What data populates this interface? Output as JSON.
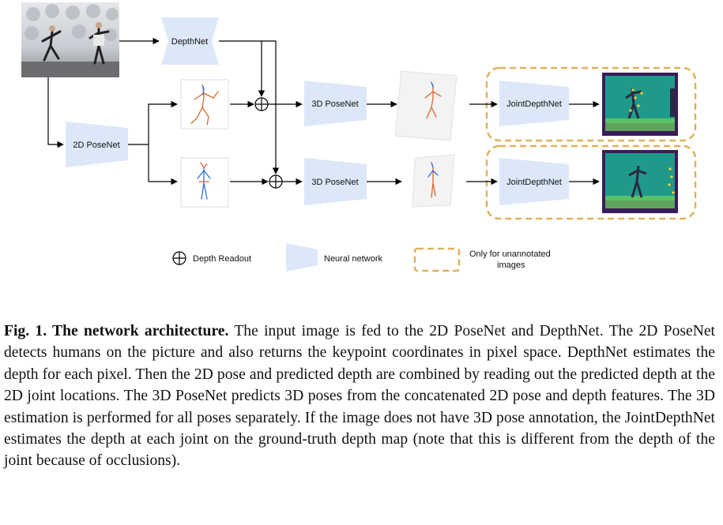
{
  "figure": {
    "blocks": {
      "depthnet": "DepthNet",
      "posenet2d": "2D PoseNet",
      "posenet3d_top": "3D PoseNet",
      "posenet3d_bottom": "3D PoseNet",
      "jointdepth_top": "JointDepthNet",
      "jointdepth_bottom": "JointDepthNet"
    },
    "legend": {
      "depth_readout": "Depth Readout",
      "neural_network": "Neural network",
      "unannotated_line1": "Only for unannotated",
      "unannotated_line2": "images"
    },
    "colors": {
      "network_fill": "#dce8f8",
      "dashed_box": "#e0b15a",
      "skeleton_blue": "#2e6fd6",
      "skeleton_orange": "#e0652b",
      "depth_dark": "#3b1c5a",
      "depth_teal": "#1f9a8a",
      "depth_green": "#6ccf5a"
    },
    "icons": [
      "input-photo-icon",
      "skeleton-2d-icon",
      "skeleton-3d-icon",
      "depth-map-icon",
      "circle-plus-icon"
    ]
  },
  "caption": {
    "label": "Fig. 1. The network architecture.",
    "text": " The input image is fed to the 2D PoseNet and DepthNet. The 2D PoseNet detects humans on the picture and also returns the keypoint coordinates in pixel space. DepthNet estimates the depth for each pixel. Then the 2D pose and predicted depth are combined by reading out the predicted depth at the 2D joint locations. The 3D PoseNet predicts 3D poses from the concatenated 2D pose and depth features. The 3D estimation is performed for all poses separately. If the image does not have 3D pose annotation, the JointDepthNet estimates the depth at each joint on the ground-truth depth map (note that this is different from the depth of the joint because of occlusions)."
  }
}
